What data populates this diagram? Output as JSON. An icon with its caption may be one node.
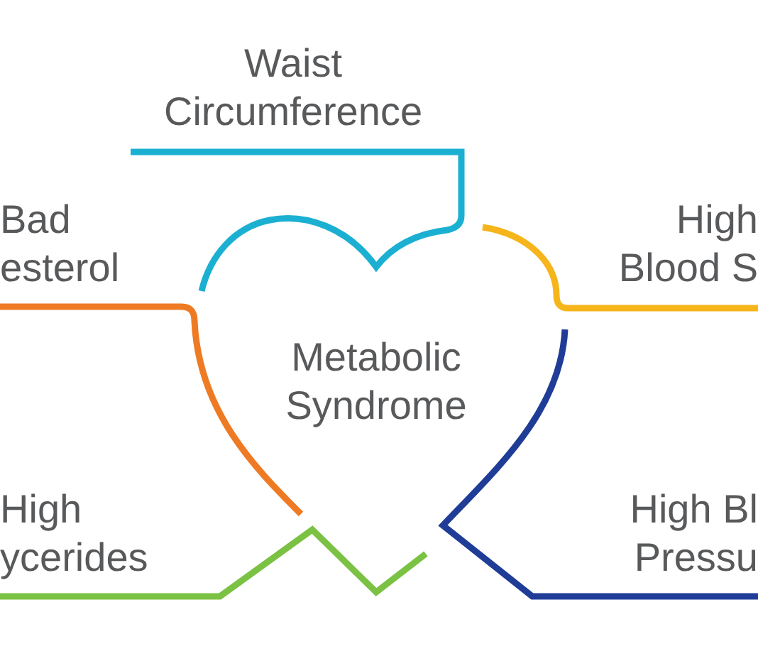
{
  "diagram": {
    "nodes": [
      {
        "text": [
          "Waist Circumference"
        ]
      },
      {
        "text": [
          "Bad esterol"
        ]
      },
      {
        "text": [
          "High Blood S"
        ]
      },
      {
        "text": [
          "Metabolic Syndrome"
        ]
      },
      {
        "text": [
          "High ycerides"
        ]
      },
      {
        "text": [
          "High Bl Pressu"
        ]
      }
    ]
  }
}
